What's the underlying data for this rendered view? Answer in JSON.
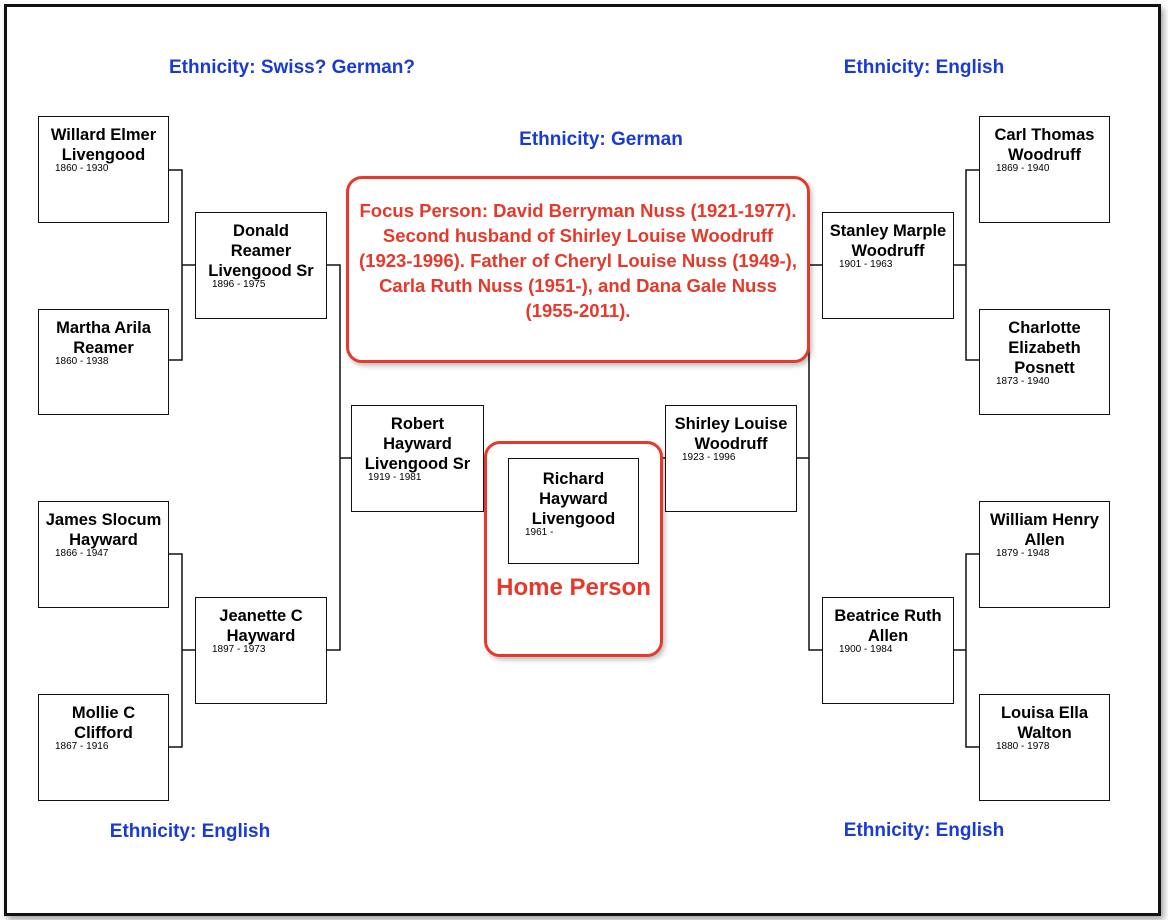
{
  "ethnicity": {
    "top_left": "Ethnicity: Swiss? German?",
    "top_right": "Ethnicity: English",
    "center": "Ethnicity: German",
    "bottom_left": "Ethnicity: English",
    "bottom_right": "Ethnicity: English"
  },
  "focus_note": "Focus Person: David Berryman Nuss (1921-1977). Second husband of Shirley Louise Woodruff  (1923-1996). Father of Cheryl Louise Nuss (1949-), Carla Ruth Nuss (1951-), and Dana Gale Nuss (1955-2011).",
  "home_label": "Home Person",
  "people": {
    "willard": {
      "name": "Willard Elmer Livengood",
      "years": "1860 - 1930"
    },
    "martha": {
      "name": "Martha Arila Reamer",
      "years": "1860 - 1938"
    },
    "donald": {
      "name": "Donald Reamer Livengood Sr",
      "years": "1896 - 1975"
    },
    "james": {
      "name": "James Slocum Hayward",
      "years": "1866 - 1947"
    },
    "mollie": {
      "name": "Mollie C Clifford",
      "years": "1867 - 1916"
    },
    "jeanette": {
      "name": "Jeanette C Hayward",
      "years": "1897 - 1973"
    },
    "robert": {
      "name": "Robert Hayward Livengood Sr",
      "years": "1919 - 1981"
    },
    "richard": {
      "name": "Richard Hayward Livengood",
      "years": "1961 -"
    },
    "shirley": {
      "name": "Shirley Louise Woodruff",
      "years": "1923 - 1996"
    },
    "stanley": {
      "name": "Stanley Marple Woodruff",
      "years": "1901 - 1963"
    },
    "carl": {
      "name": "Carl Thomas Woodruff",
      "years": "1869 - 1940"
    },
    "charlotte": {
      "name": "Charlotte Elizabeth Posnett",
      "years": "1873 - 1940"
    },
    "beatrice": {
      "name": "Beatrice Ruth Allen",
      "years": "1900 - 1984"
    },
    "william": {
      "name": "William Henry Allen",
      "years": "1879 - 1948"
    },
    "louisa": {
      "name": "Louisa Ella Walton",
      "years": "1880 - 1978"
    }
  }
}
